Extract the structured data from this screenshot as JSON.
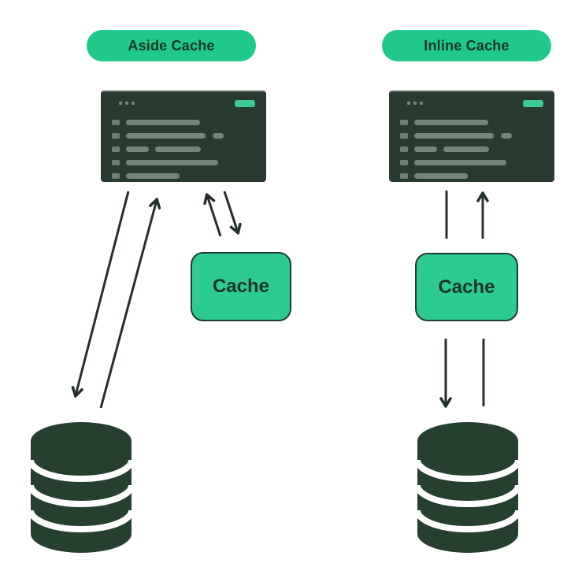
{
  "colors": {
    "background": "#FFFFFF",
    "pill_green": "#20C98A",
    "cache_green": "#2ECB90",
    "window_button_green": "#3DCB92",
    "window_bg": "#293B30",
    "code_bar_gray": "#76857C",
    "database_dark_green": "#26402F",
    "arrow_dark": "#243128",
    "label_text_dark": "#17352A",
    "cache_border": "#1E3D2F"
  },
  "icons": {
    "window_dots": "three-dot window controls",
    "window_button": "small green action button",
    "database": "stacked-cylinder database icon"
  },
  "diagrams": [
    {
      "title": "Aside Cache",
      "cache_label": "Cache",
      "nodes": [
        "application-window",
        "cache",
        "database"
      ],
      "edges": [
        {
          "from": "application",
          "to": "database",
          "arrowhead": true
        },
        {
          "from": "database",
          "to": "application",
          "arrowhead": true
        },
        {
          "from": "cache",
          "to": "application",
          "arrowhead": true
        },
        {
          "from": "application",
          "to": "cache",
          "arrowhead": true
        }
      ]
    },
    {
      "title": "Inline Cache",
      "cache_label": "Cache",
      "nodes": [
        "application-window",
        "cache",
        "database"
      ],
      "edges": [
        {
          "from": "application",
          "to": "cache",
          "arrowhead": false
        },
        {
          "from": "cache",
          "to": "application",
          "arrowhead": true
        },
        {
          "from": "cache",
          "to": "database",
          "arrowhead": true
        },
        {
          "from": "database",
          "to": "cache",
          "arrowhead": false
        }
      ]
    }
  ]
}
